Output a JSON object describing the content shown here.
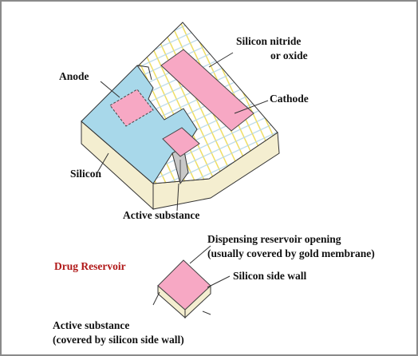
{
  "diagram": {
    "labels": {
      "silicon_nitride_line1": "Silicon nitride",
      "silicon_nitride_line2": "or oxide",
      "anode": "Anode",
      "cathode": "Cathode",
      "silicon": "Silicon",
      "active_substance": "Active substance",
      "dispensing_line1": "Dispensing reservoir opening",
      "dispensing_line2": "(usually covered by gold membrane)",
      "drug_reservoir": "Drug Reservoir",
      "silicon_side_wall": "Silicon side wall",
      "active_substance_bottom_line1": "Active substance",
      "active_substance_bottom_line2": "(covered by silicon side wall)"
    },
    "colors": {
      "frame_border": "#8a8a8a",
      "electrode_pink": "#f7a8c4",
      "insulator_blue": "#a8d8ea",
      "silicon_beige": "#f4eed0",
      "hatch_yellow": "#f0e060",
      "active_substance_gray": "#c8c8c8",
      "drug_reservoir_red": "#b01818"
    }
  }
}
